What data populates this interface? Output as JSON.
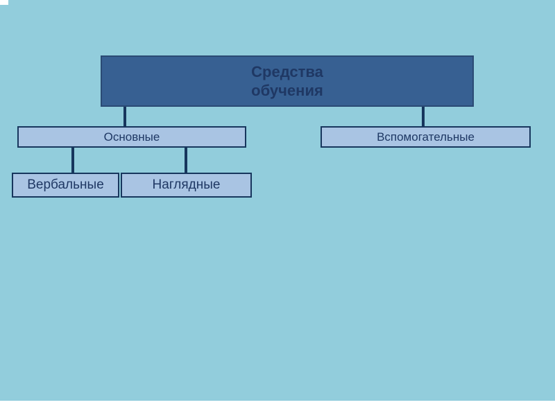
{
  "colors": {
    "background": "#92CDDC",
    "root_fill": "#376092",
    "node_fill": "#A9C4E3",
    "node_border": "#17365D",
    "text": "#1F3864",
    "connector": "#17365D",
    "footer_strip": "#FFFFFF"
  },
  "diagram": {
    "type": "hierarchy-tree",
    "root": {
      "label": "Средства\nобучения"
    },
    "level2": [
      {
        "label": "Основные",
        "parent": "root"
      },
      {
        "label": "Вспомогательные",
        "parent": "root"
      }
    ],
    "level3": [
      {
        "label": "Вербальные",
        "parent": "Основные"
      },
      {
        "label": "Наглядные",
        "parent": "Основные"
      }
    ]
  }
}
